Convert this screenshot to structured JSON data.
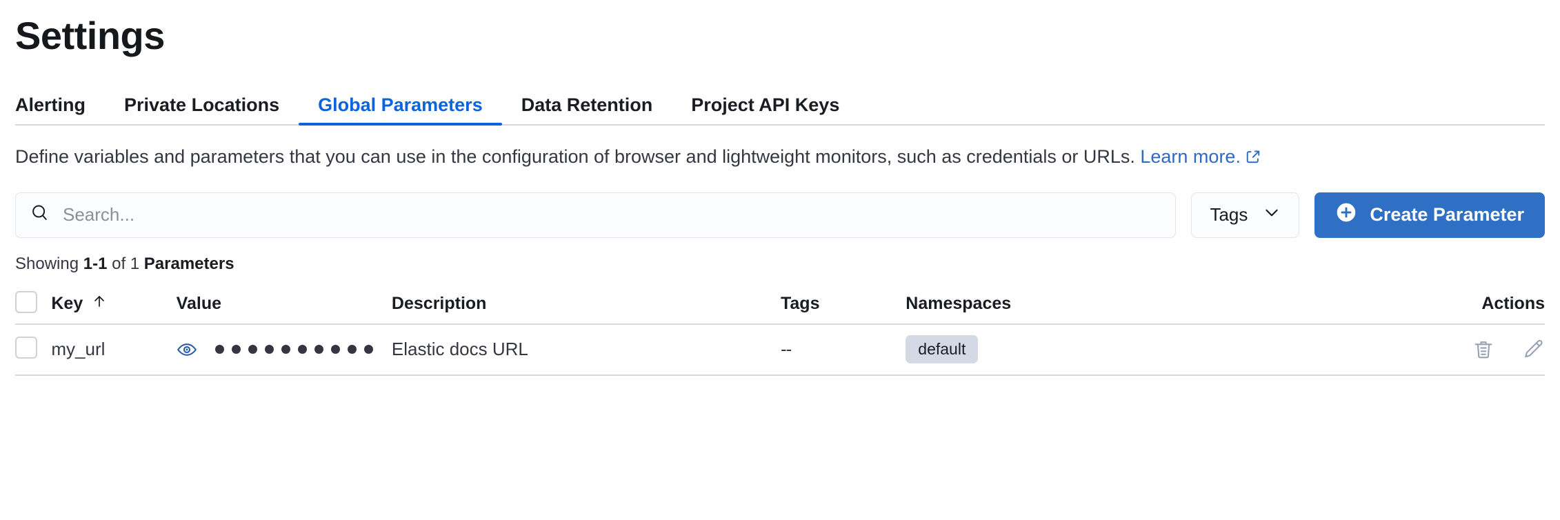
{
  "header": {
    "title": "Settings"
  },
  "tabs": [
    {
      "label": "Alerting",
      "active": false
    },
    {
      "label": "Private Locations",
      "active": false
    },
    {
      "label": "Global Parameters",
      "active": true
    },
    {
      "label": "Data Retention",
      "active": false
    },
    {
      "label": "Project API Keys",
      "active": false
    }
  ],
  "description": {
    "text": "Define variables and parameters that you can use in the configuration of browser and lightweight monitors, such as credentials or URLs. ",
    "link_label": "Learn more.",
    "link_icon": "external-link-icon"
  },
  "controls": {
    "search_placeholder": "Search...",
    "search_value": "",
    "search_icon": "search-icon",
    "tags_label": "Tags",
    "tags_icon": "chevron-down-icon",
    "create_label": "Create Parameter",
    "create_icon": "plus-circle-icon"
  },
  "showing": {
    "prefix": "Showing ",
    "range": "1-1",
    "middle": " of 1 ",
    "entity": "Parameters"
  },
  "table": {
    "columns": [
      {
        "label": "",
        "name": "select-all"
      },
      {
        "label": "Key",
        "name": "key",
        "sort_icon": "arrow-up-icon"
      },
      {
        "label": "Value",
        "name": "value"
      },
      {
        "label": "Description",
        "name": "description"
      },
      {
        "label": "Tags",
        "name": "tags"
      },
      {
        "label": "Namespaces",
        "name": "namespaces"
      },
      {
        "label": "Actions",
        "name": "actions"
      }
    ],
    "rows": [
      {
        "key": "my_url",
        "value_masked_dots": 10,
        "value_toggle_icon": "eye-icon",
        "description": "Elastic docs URL",
        "tags": "--",
        "namespaces": [
          "default"
        ],
        "actions": [
          "trash-icon",
          "pencil-icon"
        ]
      }
    ]
  },
  "colors": {
    "accent": "#0b64dd",
    "primary_button": "#2f6fc4",
    "link": "#2e6bbd",
    "border": "#d3dae6",
    "badge_bg": "#d3dae6",
    "text": "#343741",
    "icon_muted": "#98a2b3"
  }
}
